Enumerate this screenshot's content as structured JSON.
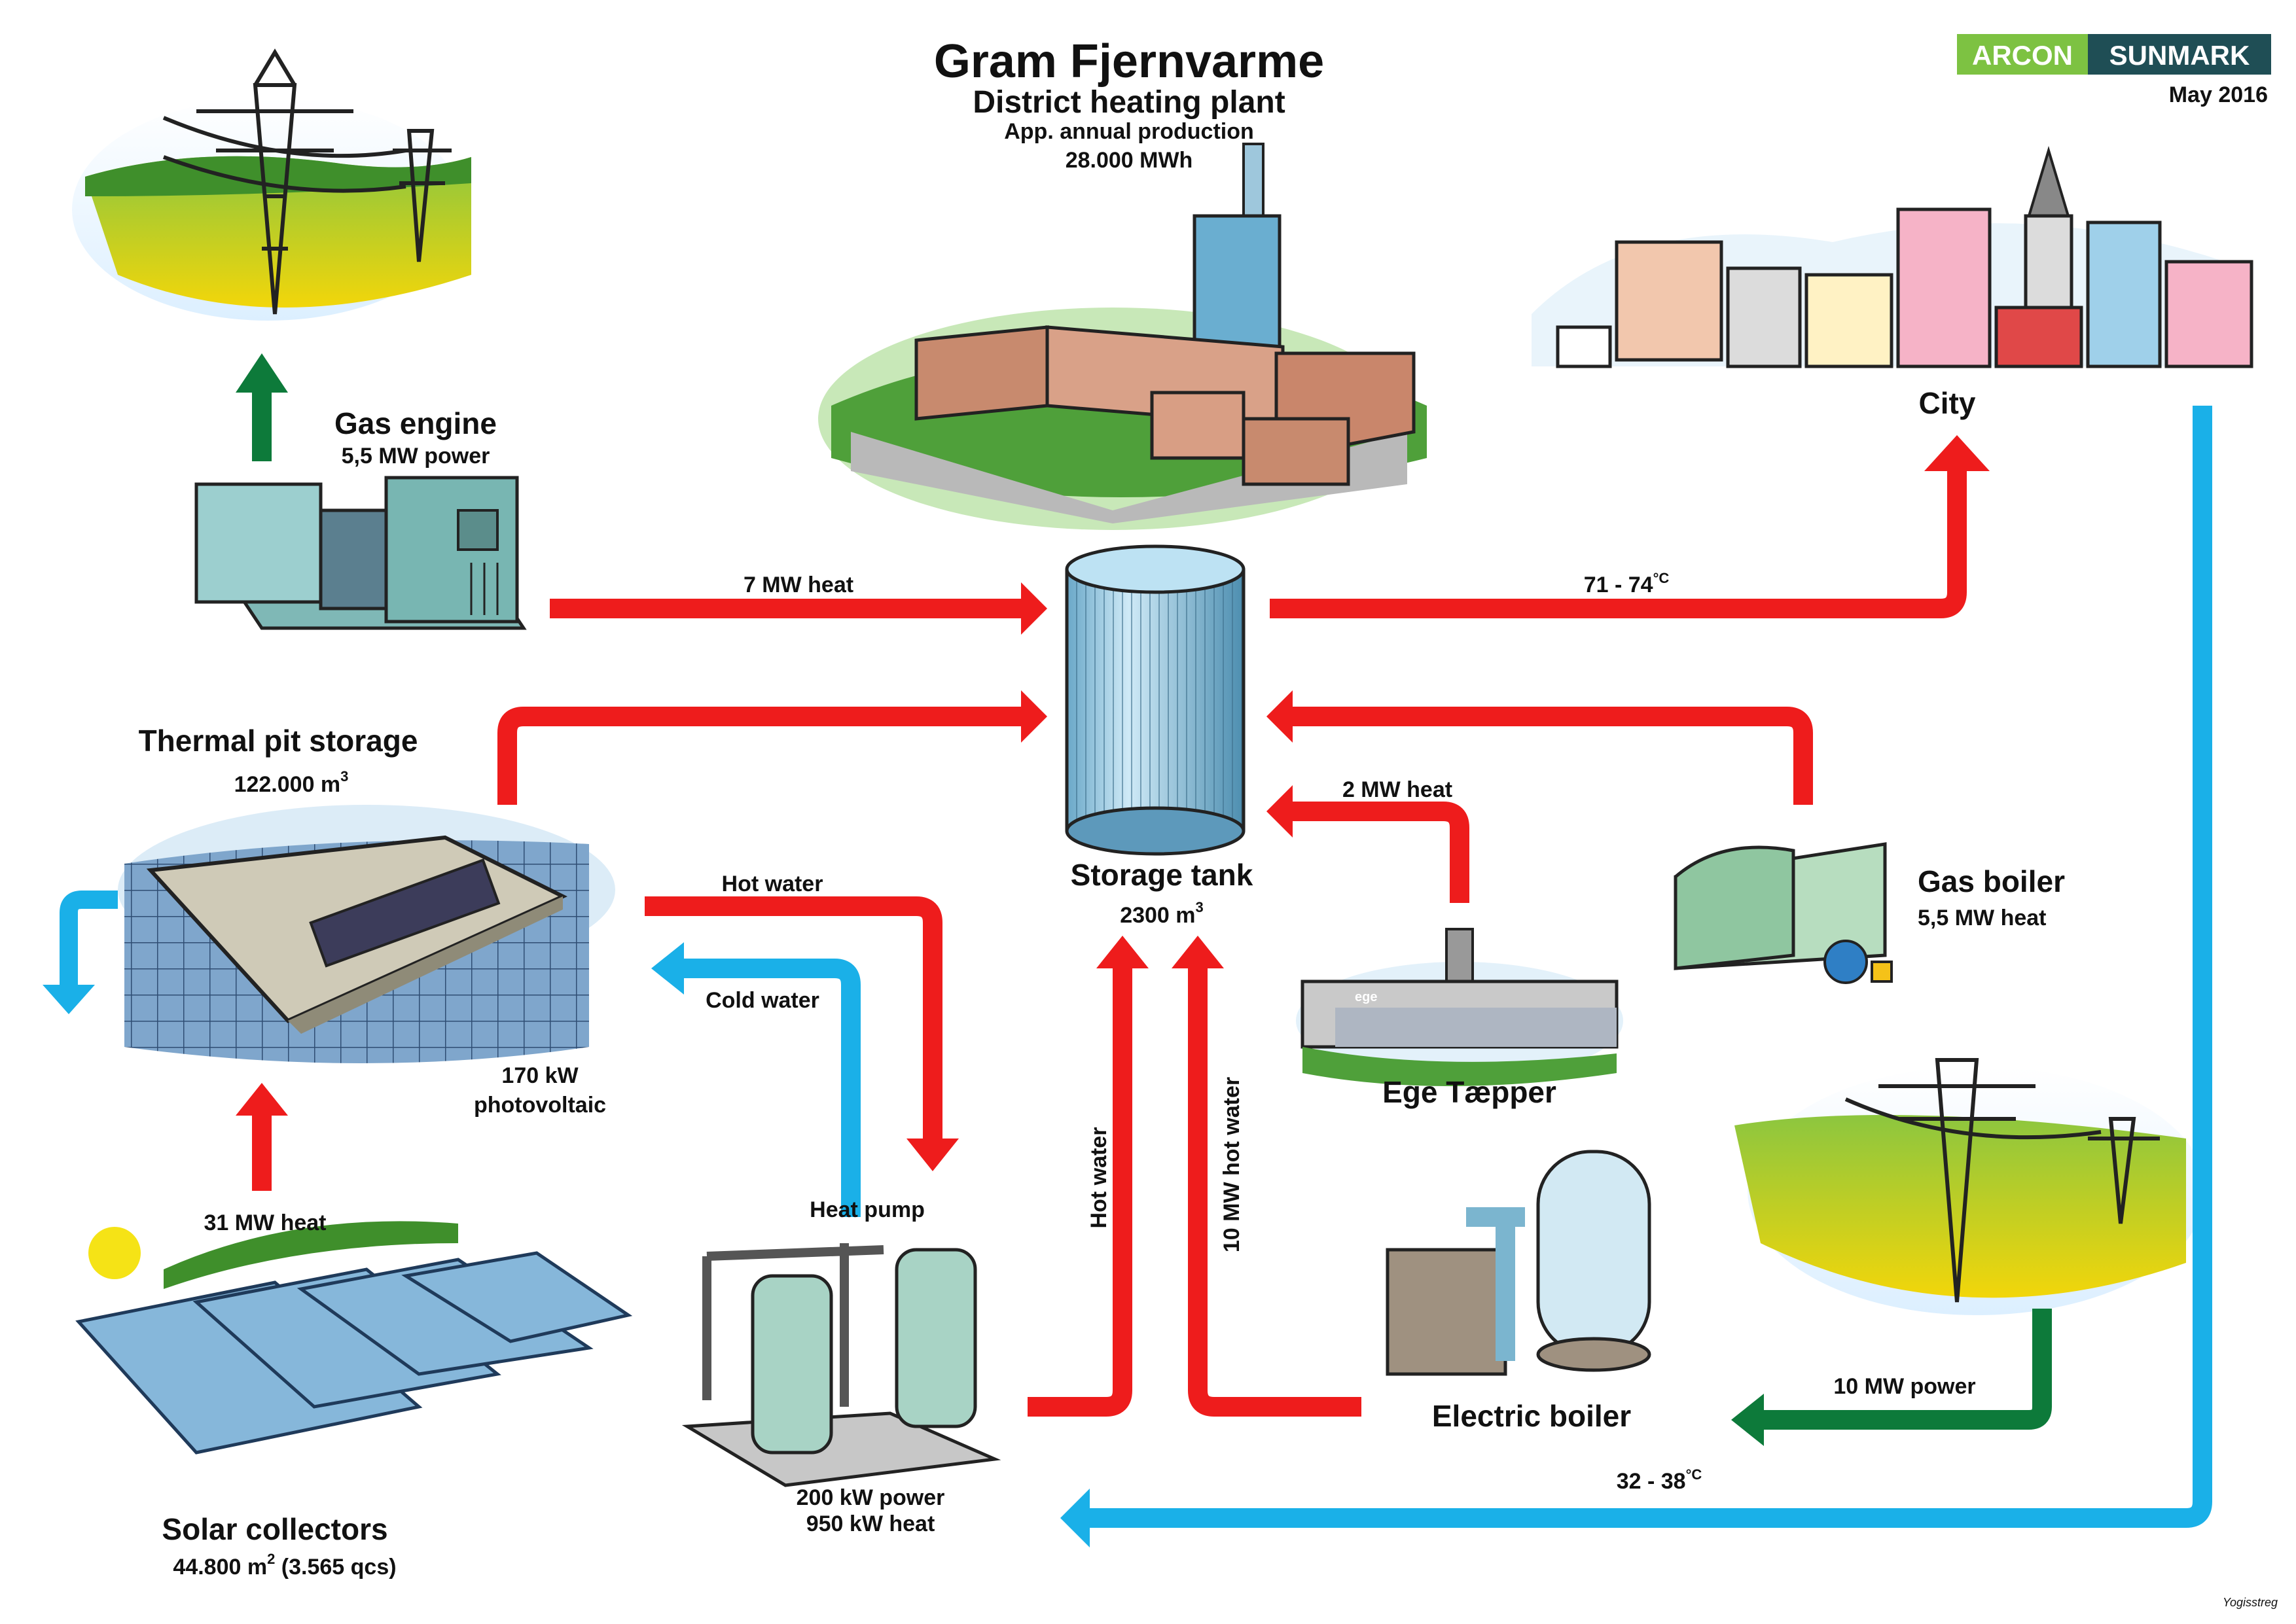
{
  "title": "Gram Fjernvarme",
  "subtitle": "District heating plant",
  "production_label": "App. annual production",
  "production_value": "28.000 MWh",
  "logo": {
    "left": "ARCON",
    "right": "SUNMARK",
    "left_color": "#7dc242",
    "right_color": "#1f4e55"
  },
  "date": "May 2016",
  "nodes": {
    "gas_engine": {
      "name": "Gas engine",
      "detail": "5,5 MW power"
    },
    "city": {
      "name": "City"
    },
    "storage_tank": {
      "name": "Storage tank",
      "detail_value": "2300 m",
      "detail_sup": "3"
    },
    "thermal_pit": {
      "name": "Thermal pit storage",
      "detail_value": "122.000 m",
      "detail_sup": "3"
    },
    "pv": {
      "line1": "170 kW",
      "line2": "photovoltaic"
    },
    "solar": {
      "name": "Solar collectors",
      "detail_a": "44.800 m",
      "detail_sup": "2",
      "detail_b": " (3.565 qcs)"
    },
    "heat_pump": {
      "name": "Heat pump",
      "detail1": "200 kW power",
      "detail2": "950 kW heat"
    },
    "ege": {
      "name": "Ege Tæpper",
      "sign": "ege"
    },
    "gas_boiler": {
      "name": "Gas boiler",
      "detail": "5,5 MW heat"
    },
    "electric_boiler": {
      "name": "Electric boiler"
    }
  },
  "flows": {
    "engine_to_tank": "7 MW heat",
    "tank_to_city": "71 - 74",
    "tank_to_city_deg": "°C",
    "ege_to_tank": "2 MW heat",
    "pit_hot_water": "Hot water",
    "pit_cold_water": "Cold water",
    "solar_to_pit": "31 MW heat",
    "hp_hot_water": "Hot water",
    "eboiler_hot_water": "10 MW hot water",
    "grid_to_eboiler": "10 MW power",
    "return_from_city": "32 - 38",
    "return_deg": "°C"
  },
  "colors": {
    "heat": "#ee1c1c",
    "cold": "#1ab0e8",
    "power": "#0d7a3a"
  },
  "credit": "Yogisstreg"
}
